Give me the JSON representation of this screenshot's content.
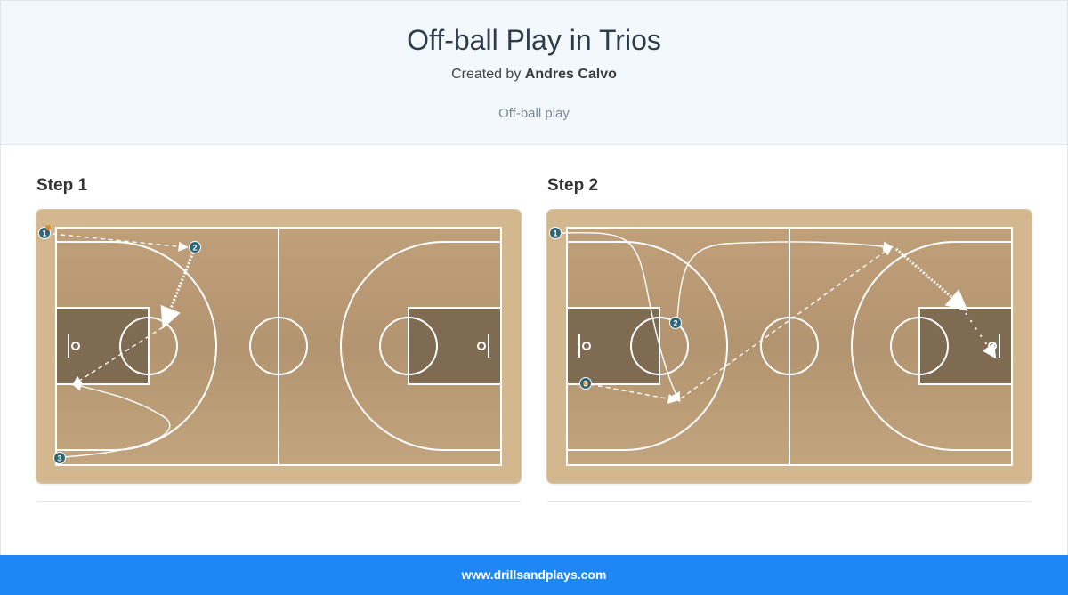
{
  "header": {
    "title": "Off-ball Play in Trios",
    "byline_prefix": "Created by",
    "author": "Andres Calvo",
    "tag": "Off-ball play"
  },
  "steps": [
    {
      "label": "Step 1",
      "players": [
        {
          "number": "1",
          "has_ball": true
        },
        {
          "number": "2",
          "has_ball": false
        },
        {
          "number": "3",
          "has_ball": false
        }
      ]
    },
    {
      "label": "Step 2",
      "players": [
        {
          "number": "1",
          "has_ball": false
        },
        {
          "number": "2",
          "has_ball": false
        },
        {
          "number": "3",
          "has_ball": true
        }
      ]
    }
  ],
  "footer": {
    "site": "www.drillsandplays.com"
  },
  "colors": {
    "court_wood": "#b99a74",
    "paint": "#7f6a52",
    "player": "#2f6677",
    "ball": "#e0892e",
    "footer": "#1e87f5"
  }
}
